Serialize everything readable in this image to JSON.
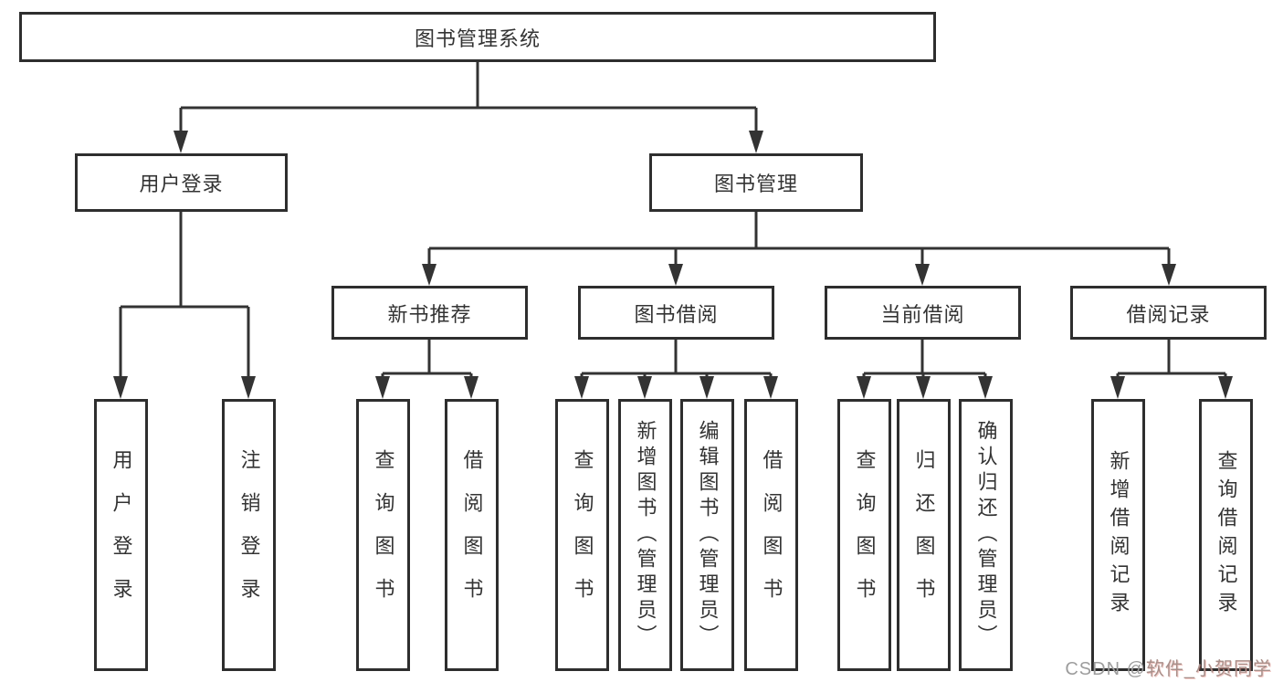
{
  "tree": {
    "root": {
      "label": "图书管理系统"
    },
    "branches": [
      {
        "label": "用户登录",
        "children": [
          {
            "label": "用户登录"
          },
          {
            "label": "注销登录"
          }
        ]
      },
      {
        "label": "图书管理",
        "children": [
          {
            "label": "新书推荐",
            "children": [
              {
                "label": "查询图书"
              },
              {
                "label": "借阅图书"
              }
            ]
          },
          {
            "label": "图书借阅",
            "children": [
              {
                "label": "查询图书"
              },
              {
                "label": "新增图书（管理员）"
              },
              {
                "label": "编辑图书（管理员）"
              },
              {
                "label": "借阅图书"
              }
            ]
          },
          {
            "label": "当前借阅",
            "children": [
              {
                "label": "查询图书"
              },
              {
                "label": "归还图书"
              },
              {
                "label": "确认归还（管理员）"
              }
            ]
          },
          {
            "label": "借阅记录",
            "children": [
              {
                "label": "新增借阅记录"
              },
              {
                "label": "查询借阅记录"
              }
            ]
          }
        ]
      }
    ]
  },
  "watermark": {
    "prefix": "CSDN @",
    "name": "软件_小贺同学"
  },
  "colors": {
    "line": "#333333",
    "box_border": "#2e2e2e",
    "text": "#333333"
  }
}
